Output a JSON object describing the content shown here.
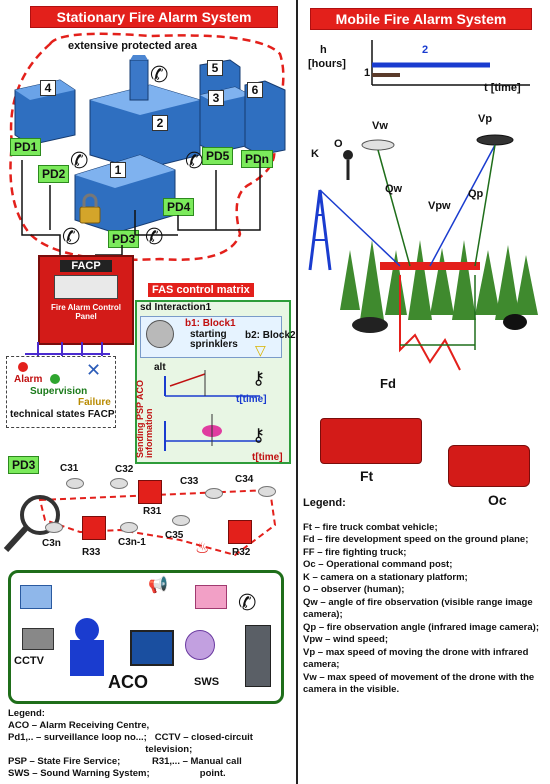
{
  "left_title": "Stationary Fire Alarm System",
  "right_title": "Mobile Fire Alarm System",
  "protected_area": "extensive protected area",
  "buildings": [
    "1",
    "2",
    "3",
    "4",
    "5",
    "6"
  ],
  "detectors": {
    "pd1": "PD1",
    "pd2": "PD2",
    "pd3": "PD3",
    "pd4": "PD4",
    "pd5": "PD5",
    "pdn": "PDn",
    "pd3_loop": "PD3"
  },
  "facp": {
    "label": "FACP",
    "panel_text": "Fire Alarm Control Panel",
    "alarm": "Alarm",
    "supervision": "Supervision",
    "failure": "Failure",
    "states": "technical states FACP"
  },
  "matrix": {
    "title": "FAS control matrix",
    "interaction": "sd Interaction1",
    "block1": "b1: Block1",
    "block1_desc": "starting sprinklers",
    "block2": "b2: Block2",
    "alt": "alt",
    "time1": "t[time]",
    "time2": "t[time]",
    "vertical": "Sending PSP ACO information"
  },
  "loop": {
    "c31": "C31",
    "c32": "C32",
    "c33": "C33",
    "c34": "C34",
    "c3n": "C3n",
    "c3n1": "C3n-1",
    "c35": "C35",
    "r31": "R31",
    "r32": "R32",
    "r33": "R33"
  },
  "aco": {
    "cctv": "CCTV",
    "aco": "ACO",
    "sws": "SWS"
  },
  "legend_left": {
    "title": "Legend:",
    "lines": [
      "ACO – Alarm Receiving Centre,",
      "Pd1,.. – surveillance loop no...;   CCTV – closed-circuit",
      "                                                    television;",
      "PSP – State Fire Service;            R31,... – Manual call",
      "SWS – Sound Warning System;                   point."
    ]
  },
  "timeline": {
    "h": "h",
    "hours": "[hours]",
    "one": "1",
    "two": "2",
    "t": "t [time]"
  },
  "mobile_labels": {
    "k": "K",
    "o": "O",
    "vw": "Vw",
    "vp": "Vp",
    "qw": "Qw",
    "qp": "Qp",
    "vpw": "Vpw",
    "fd": "Fd",
    "ft": "Ft",
    "oc": "Oc"
  },
  "legend_right": {
    "title": "Legend:",
    "lines": [
      "Ft – fire truck combat vehicle;",
      "Fd – fire development speed on the ground plane;",
      "FF – fire fighting truck;",
      "Oc – Operational command post;",
      "K – camera on a stationary platform;",
      "O – observer (human);",
      "Qw – angle of fire observation (visible range image camera);",
      "Qp – fire observation angle (infrared image camera);",
      "Vpw – wind speed;",
      "Vp – max speed of moving the drone with infrared camera;",
      "Vw – max speed of movement of the drone with the camera in the visible."
    ]
  },
  "colors": {
    "red": "#e3201b",
    "green": "#7bea5b",
    "blue": "#1a3ccf",
    "dark_green": "#1f6e1a"
  }
}
